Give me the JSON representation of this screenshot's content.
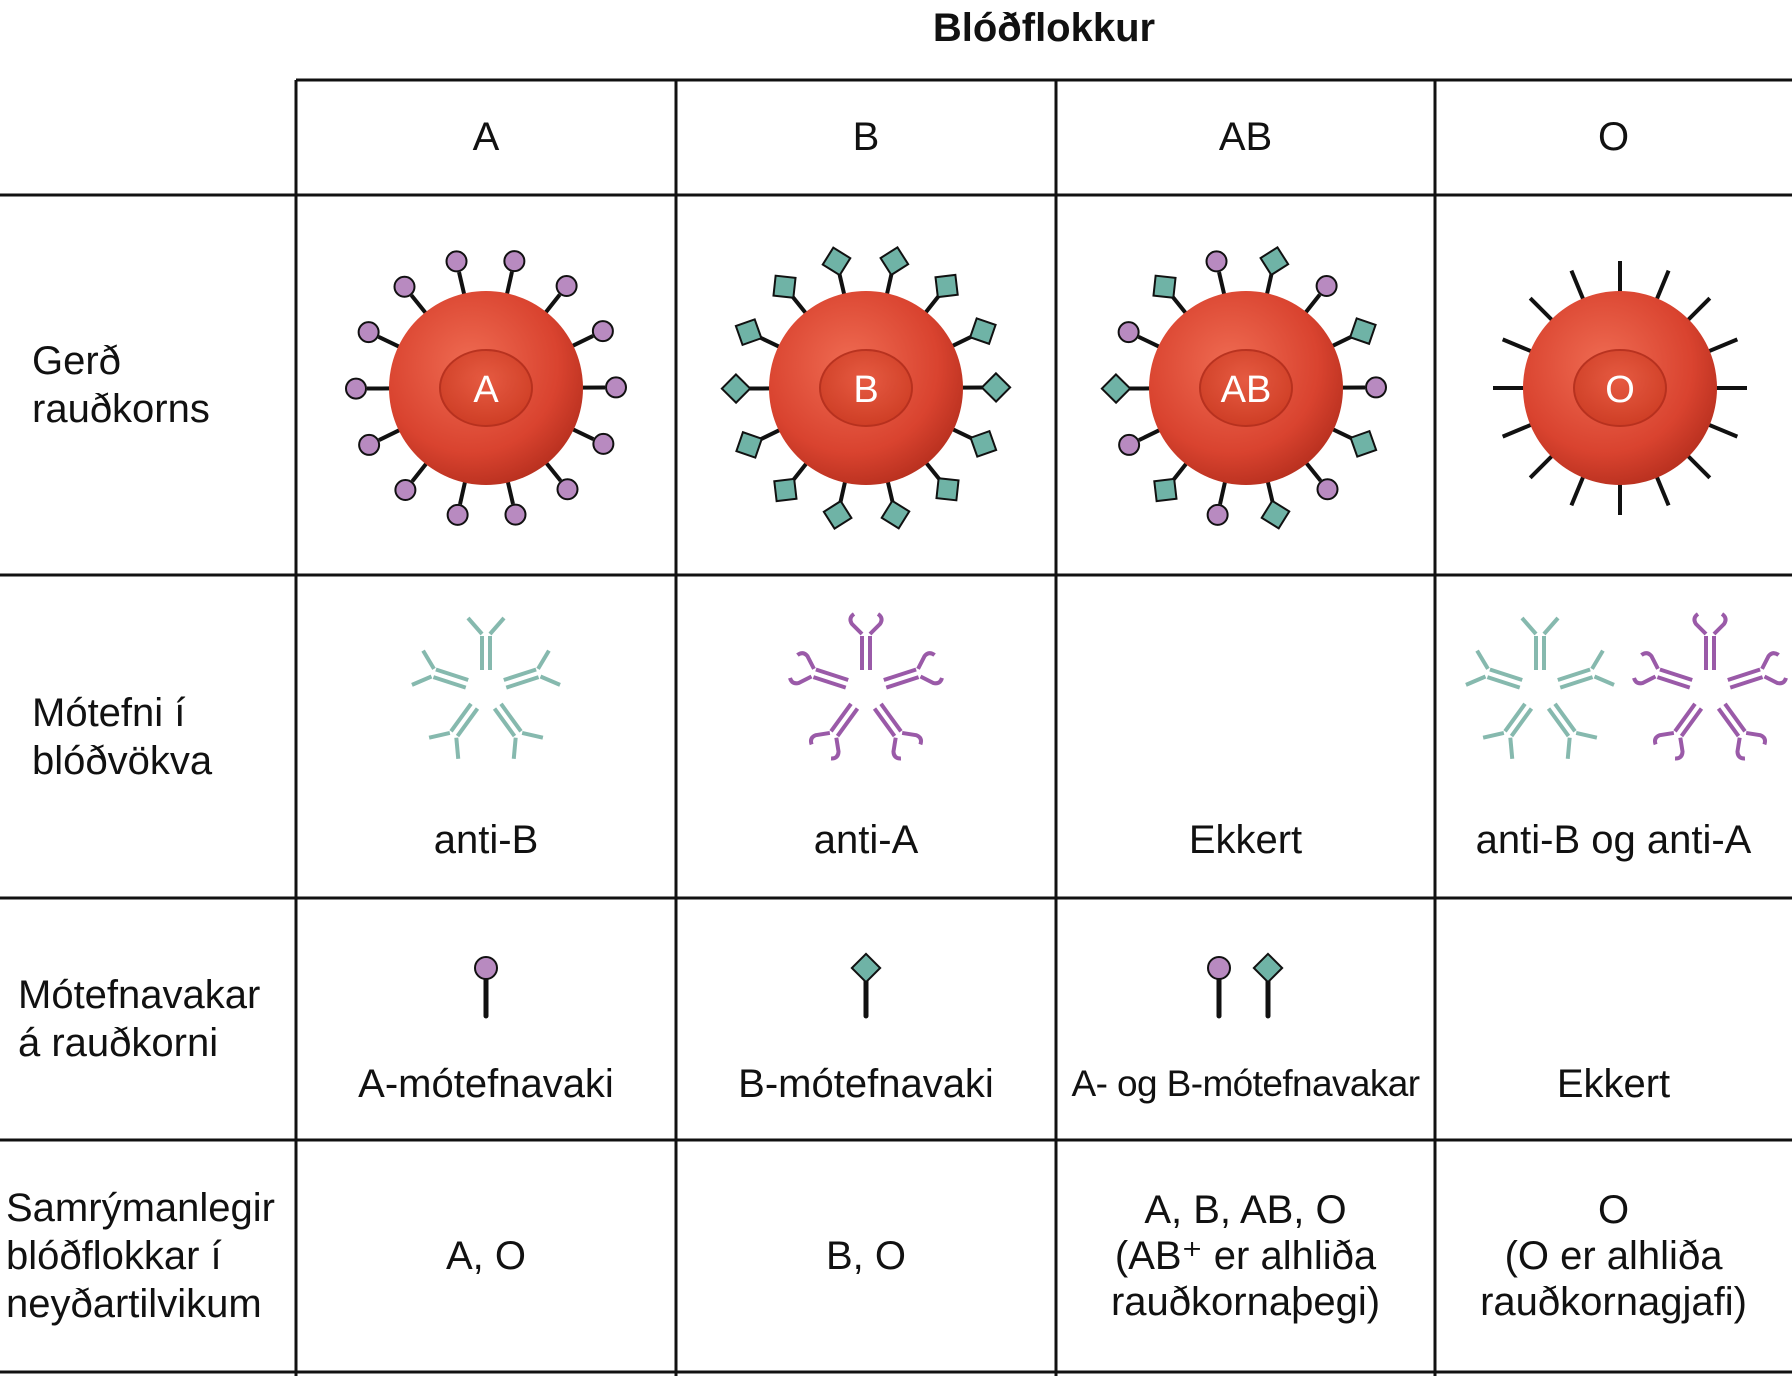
{
  "title": "Blóðflokkur",
  "columns": [
    "A",
    "B",
    "AB",
    "O"
  ],
  "row_labels": {
    "cell_type": [
      "Gerð",
      "rauðkorns"
    ],
    "plasma_antibodies": [
      "Mótefni í",
      "blóðvökva"
    ],
    "antigens": [
      "Mótefnavakar",
      "á rauðkorni"
    ],
    "compatible": [
      "Samrýmanlegir",
      "blóðflokkar í",
      "neyðartilvikum"
    ]
  },
  "cell_letters": [
    "A",
    "B",
    "AB",
    "O"
  ],
  "antibodies": [
    "anti-B",
    "anti-A",
    "Ekkert",
    "anti-B og anti-A"
  ],
  "antigens": [
    "A-mótefnavaki",
    "B-mótefnavaki",
    "A- og B-mótefnavakar",
    "Ekkert"
  ],
  "compatible": [
    [
      "A, O"
    ],
    [
      "B, O"
    ],
    [
      "A, B, AB, O",
      "(AB⁺ er alhliða",
      "rauðkornaþegi)"
    ],
    [
      "O",
      "(O er alhliða",
      "rauðkornagjafi)"
    ]
  ],
  "icons": {
    "antigen_a": "purple-circle-antigen-icon",
    "antigen_b": "teal-diamond-antigen-icon",
    "antibody_anti_a": "purple-antibody-icon",
    "antibody_anti_b": "teal-antibody-icon"
  },
  "colors": {
    "cell_red": "#d9432f",
    "antigen_a_purple": "#b88ac0",
    "antigen_b_teal": "#6fb3a6",
    "anti_b_teal": "#86b9ae",
    "anti_a_purple": "#9a5aa8",
    "grid_line": "#111111"
  }
}
